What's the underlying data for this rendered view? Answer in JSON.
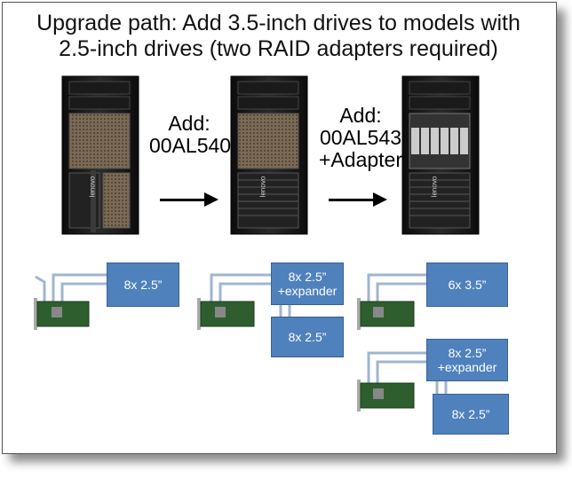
{
  "title": {
    "line1": "Upgrade path: Add 3.5-inch drives to models with",
    "line2": "2.5-inch drives (two RAID adapters required)"
  },
  "steps": {
    "step1": {
      "line1": "Add:",
      "line2": "00AL540"
    },
    "step2": {
      "line1": "Add:",
      "line2": "00AL543",
      "line3": "+Adapter"
    }
  },
  "server_brand": "lenovo",
  "boxes": {
    "b1": "8x 2.5”",
    "b2_line1": "8x 2.5”",
    "b2_line2": "+expander",
    "b3": "8x 2.5”",
    "b4": "6x 3.5”",
    "b5_line1": "8x 2.5”",
    "b5_line2": "+expander",
    "b6": "8x 2.5”"
  },
  "colors": {
    "box_fill": "#4f81bd",
    "cable": "#9fb6cf",
    "pcb": "#2e5e2e"
  }
}
